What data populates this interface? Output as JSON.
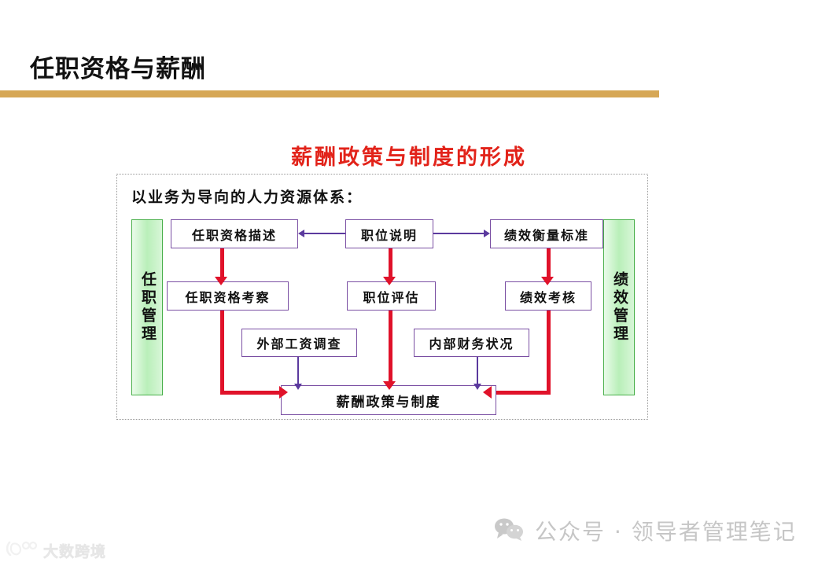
{
  "slide": {
    "title": "任职资格与薪酬",
    "rule_color": "#d6a756"
  },
  "chart_title": {
    "text": "薪酬政策与制度的形成",
    "color": "#e2231a"
  },
  "diagram": {
    "subtitle": "以业务为导向的人力资源体系：",
    "border_color": "#999999",
    "box_border_color": "#7a4fa3",
    "green_border_color": "#49b04a",
    "red_arrow_color": "#e0122a",
    "purple_arrow_color": "#5b3a9e",
    "side_panels": {
      "left": "任职管理",
      "right": "绩效管理"
    },
    "nodes": {
      "qualification_description": "任职资格描述",
      "position_description": "职位说明",
      "performance_standard": "绩效衡量标准",
      "qualification_assessment": "任职资格考察",
      "position_evaluation": "职位评估",
      "performance_appraisal": "绩效考核",
      "external_salary_survey": "外部工资调查",
      "internal_finance": "内部财务状况",
      "compensation_policy": "薪酬政策与制度"
    }
  },
  "watermarks": {
    "wechat_label": "公众号 · 领导者管理笔记",
    "brand_left": "大数跨境"
  }
}
